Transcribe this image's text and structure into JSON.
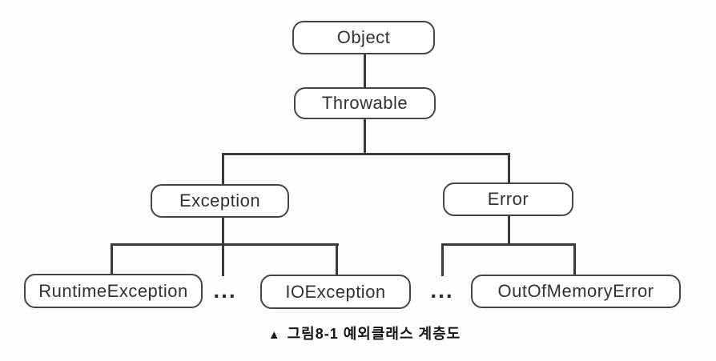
{
  "diagram": {
    "type": "class-hierarchy-tree",
    "nodes": {
      "object": {
        "label": "Object"
      },
      "throwable": {
        "label": "Throwable"
      },
      "exception": {
        "label": "Exception"
      },
      "error": {
        "label": "Error"
      },
      "runtime_exception": {
        "label": "RuntimeException"
      },
      "exception_ellipsis": {
        "label": "..."
      },
      "io_exception": {
        "label": "IOException"
      },
      "error_ellipsis": {
        "label": "..."
      },
      "out_of_memory_error": {
        "label": "OutOfMemoryError"
      }
    },
    "edges": [
      {
        "from": "Object",
        "to": "Throwable"
      },
      {
        "from": "Throwable",
        "to": "Exception"
      },
      {
        "from": "Throwable",
        "to": "Error"
      },
      {
        "from": "Exception",
        "to": "RuntimeException"
      },
      {
        "from": "Exception",
        "to": "..."
      },
      {
        "from": "Exception",
        "to": "IOException"
      },
      {
        "from": "Error",
        "to": "..."
      },
      {
        "from": "Error",
        "to": "OutOfMemoryError"
      }
    ],
    "colors": {
      "line": "#3a3a3a",
      "box_border": "#454545",
      "box_fill": "#ffffff",
      "text": "#323232",
      "background": "#fdfdfd"
    }
  },
  "caption": {
    "marker": "▲",
    "text": "그림8-1  예외클래스 계층도"
  }
}
